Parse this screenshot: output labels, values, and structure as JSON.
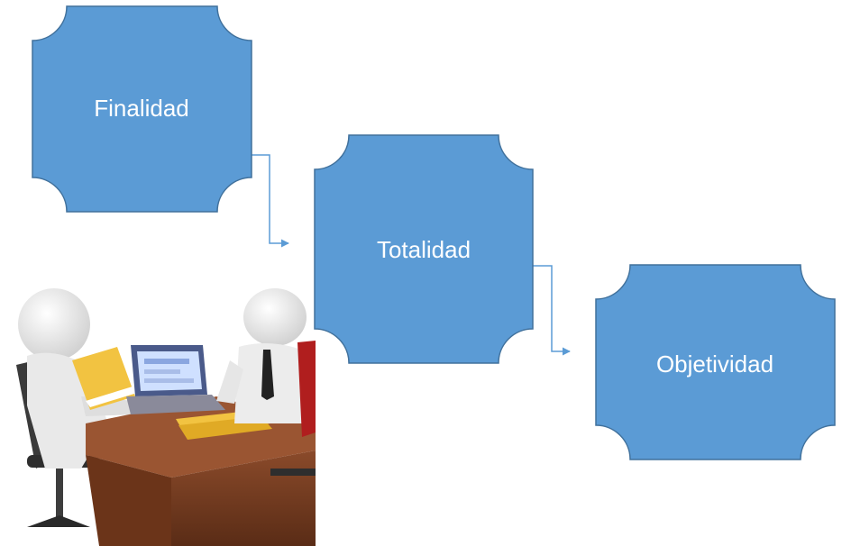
{
  "diagram": {
    "nodes": [
      {
        "id": "finalidad",
        "label": "Finalidad"
      },
      {
        "id": "totalidad",
        "label": "Totalidad"
      },
      {
        "id": "objetividad",
        "label": "Objetividad"
      }
    ],
    "edges": [
      {
        "from": "finalidad",
        "to": "totalidad"
      },
      {
        "from": "totalidad",
        "to": "objetividad"
      }
    ],
    "illustration": {
      "icon": "office-meeting-illustration"
    },
    "colors": {
      "node_fill": "#5B9BD5",
      "node_stroke": "#41719C",
      "node_text": "#FFFFFF",
      "connector": "#5B9BD5"
    }
  }
}
